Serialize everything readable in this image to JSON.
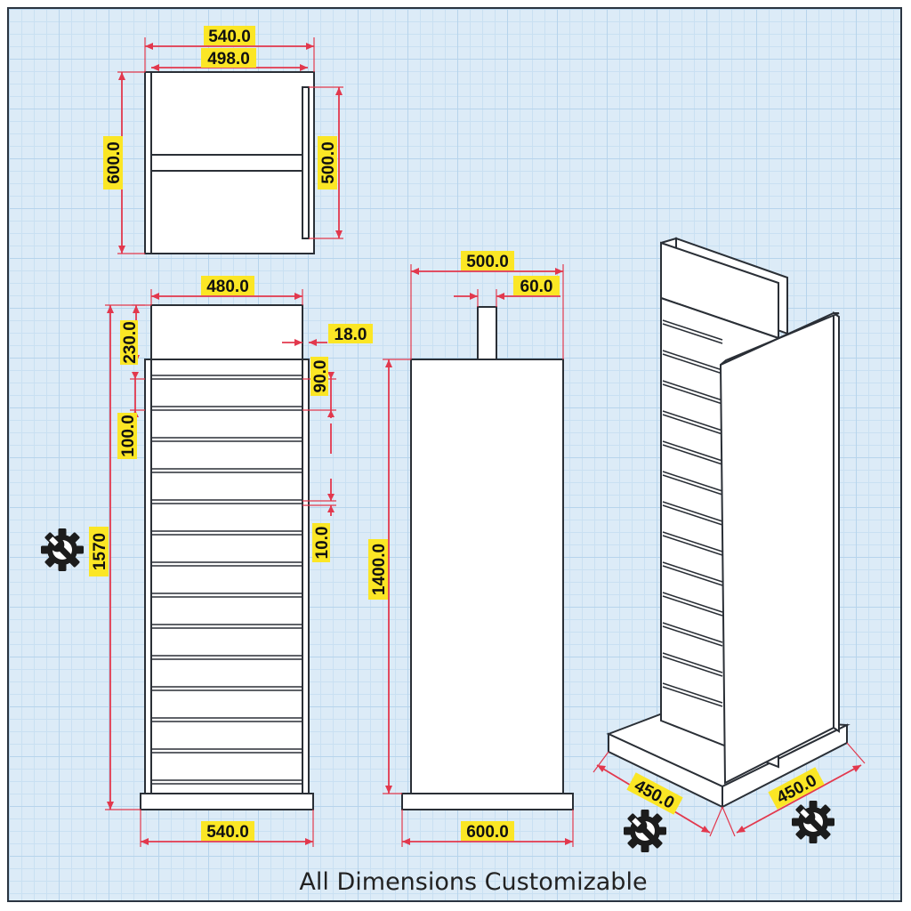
{
  "caption": "All Dimensions Customizable",
  "top_view": {
    "width_outer": "540.0",
    "width_inner": "498.0",
    "depth": "600.0",
    "panel_depth": "500.0"
  },
  "front_view": {
    "header_width": "480.0",
    "header_height": "230.0",
    "panel_thickness": "18.0",
    "slat_pitch": "90.0",
    "slat_gap_top": "100.0",
    "slat_gap": "10.0",
    "total_height": "1570",
    "base_width": "540.0"
  },
  "side_view": {
    "width": "500.0",
    "post_width": "60.0",
    "height": "1400.0",
    "base_width": "600.0"
  },
  "iso_view": {
    "base_width": "450.0",
    "base_depth": "450.0"
  },
  "icons": [
    "wrench-gear-icon",
    "wrench-gear-icon",
    "wrench-gear-icon"
  ],
  "colors": {
    "dimension_line": "#e2384d",
    "label_highlight": "#fbe625",
    "grid_background": "#dcebf7"
  }
}
